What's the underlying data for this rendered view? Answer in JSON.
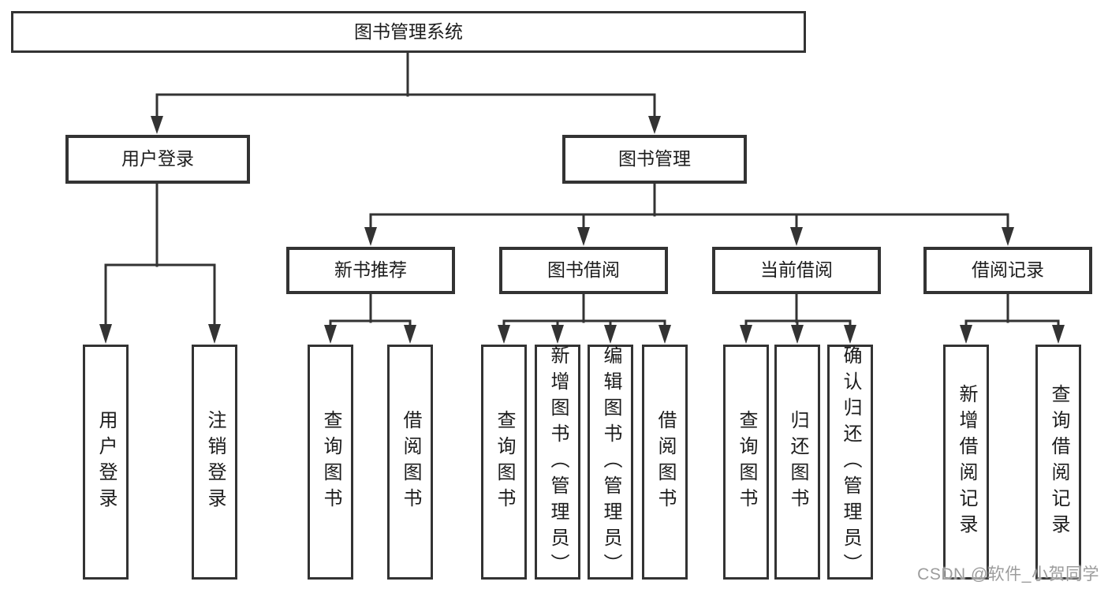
{
  "diagram": {
    "title": "图书管理系统",
    "root": {
      "label": "图书管理系统"
    },
    "level2": [
      {
        "label": "用户登录",
        "parent": "图书管理系统"
      },
      {
        "label": "图书管理",
        "parent": "图书管理系统"
      }
    ],
    "level3": [
      {
        "label": "新书推荐",
        "parent": "图书管理"
      },
      {
        "label": "图书借阅",
        "parent": "图书管理"
      },
      {
        "label": "当前借阅",
        "parent": "图书管理"
      },
      {
        "label": "借阅记录",
        "parent": "图书管理"
      }
    ],
    "level4": [
      {
        "label": "用户登录",
        "parent": "用户登录"
      },
      {
        "label": "注销登录",
        "parent": "用户登录"
      },
      {
        "label": "查询图书",
        "parent": "新书推荐"
      },
      {
        "label": "借阅图书",
        "parent": "新书推荐"
      },
      {
        "label": "查询图书",
        "parent": "图书借阅"
      },
      {
        "label": "新增图书（管理员）",
        "parent": "图书借阅"
      },
      {
        "label": "编辑图书（管理员）",
        "parent": "图书借阅"
      },
      {
        "label": "借阅图书",
        "parent": "图书借阅"
      },
      {
        "label": "查询图书",
        "parent": "当前借阅"
      },
      {
        "label": "归还图书",
        "parent": "当前借阅"
      },
      {
        "label": "确认归还（管理员）",
        "parent": "当前借阅"
      },
      {
        "label": "新增借阅记录",
        "parent": "借阅记录"
      },
      {
        "label": "查询借阅记录",
        "parent": "借阅记录"
      }
    ]
  },
  "watermark": {
    "text": "CSDN @软件_小贺同学"
  },
  "colors": {
    "line": "#333333",
    "box_border": "#333333",
    "box_background": "#ffffff",
    "text": "#1c1c1c",
    "watermark": "#9c9c9c",
    "background": "#ffffff"
  }
}
